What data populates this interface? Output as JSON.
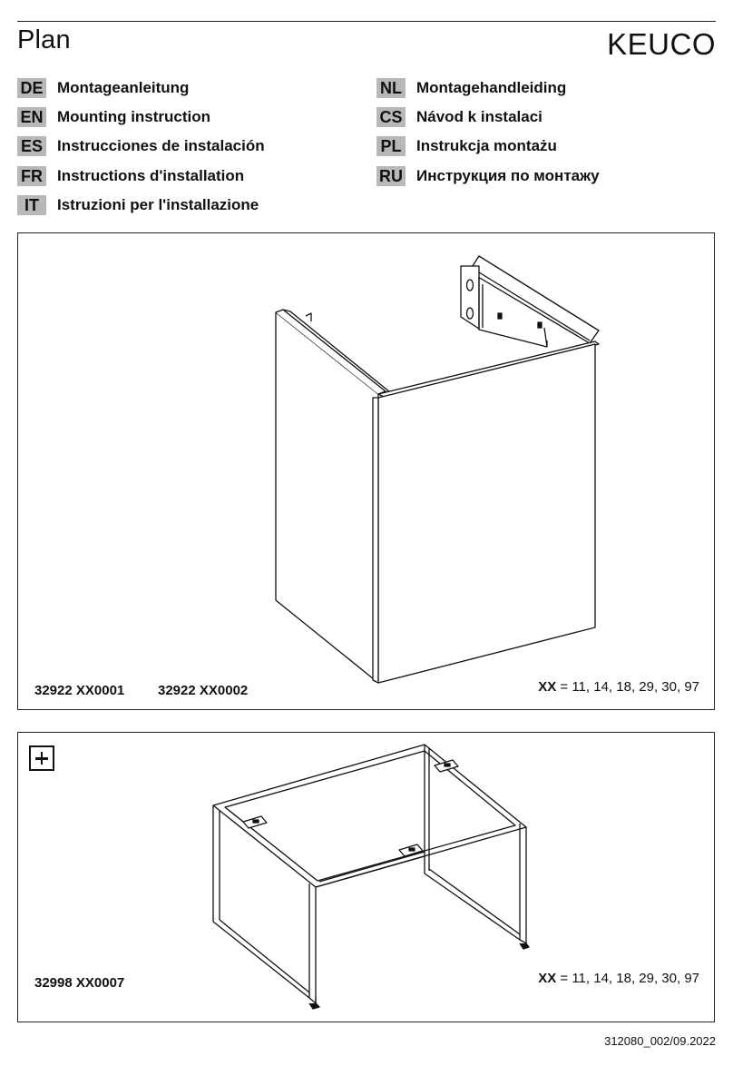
{
  "header": {
    "title": "Plan",
    "brand": "KEUCO"
  },
  "languages_left": [
    {
      "code": "DE",
      "label": "Montageanleitung"
    },
    {
      "code": "EN",
      "label": "Mounting instruction"
    },
    {
      "code": "ES",
      "label": "Instrucciones de instalación"
    },
    {
      "code": "FR",
      "label": "Instructions d'installation"
    },
    {
      "code": "IT",
      "label": "Istruzioni per l'installazione"
    }
  ],
  "languages_right": [
    {
      "code": "NL",
      "label": "Montagehandleiding"
    },
    {
      "code": "CS",
      "label": "Návod k instalaci"
    },
    {
      "code": "PL",
      "label": "Instrukcja montażu"
    },
    {
      "code": "RU",
      "label": "Инструкция по монтажу"
    }
  ],
  "panel_cabinet": {
    "product_code_1": "32922 XX0001",
    "product_code_2": "32922 XX0002",
    "variant_key": "XX",
    "variant_values": " = 11, 14, 18, 29, 30, 97"
  },
  "panel_frame": {
    "product_code": "32998 XX0007",
    "variant_key": "XX",
    "variant_values": " = 11, 14, 18, 29, 30, 97"
  },
  "footer": {
    "doc_number": "312080_002/09.2022"
  }
}
